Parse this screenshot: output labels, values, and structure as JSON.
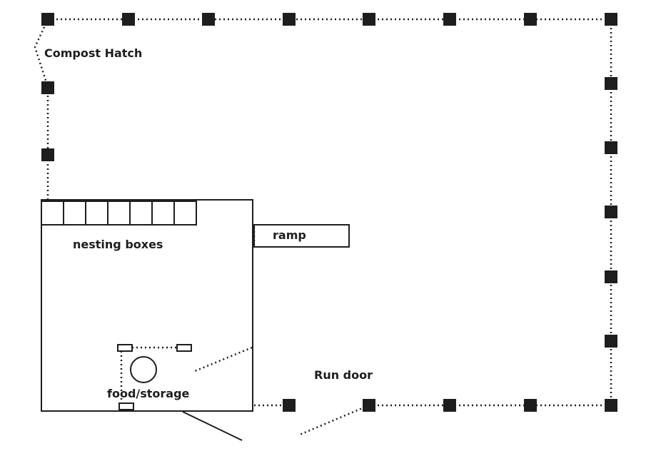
{
  "labels": {
    "compost_hatch": "Compost Hatch",
    "nesting_boxes": "nesting boxes",
    "ramp": "ramp",
    "food_storage": "food/storage",
    "run_door": "Run door"
  },
  "colors": {
    "ink": "#1e1e1e",
    "background": "#ffffff"
  }
}
